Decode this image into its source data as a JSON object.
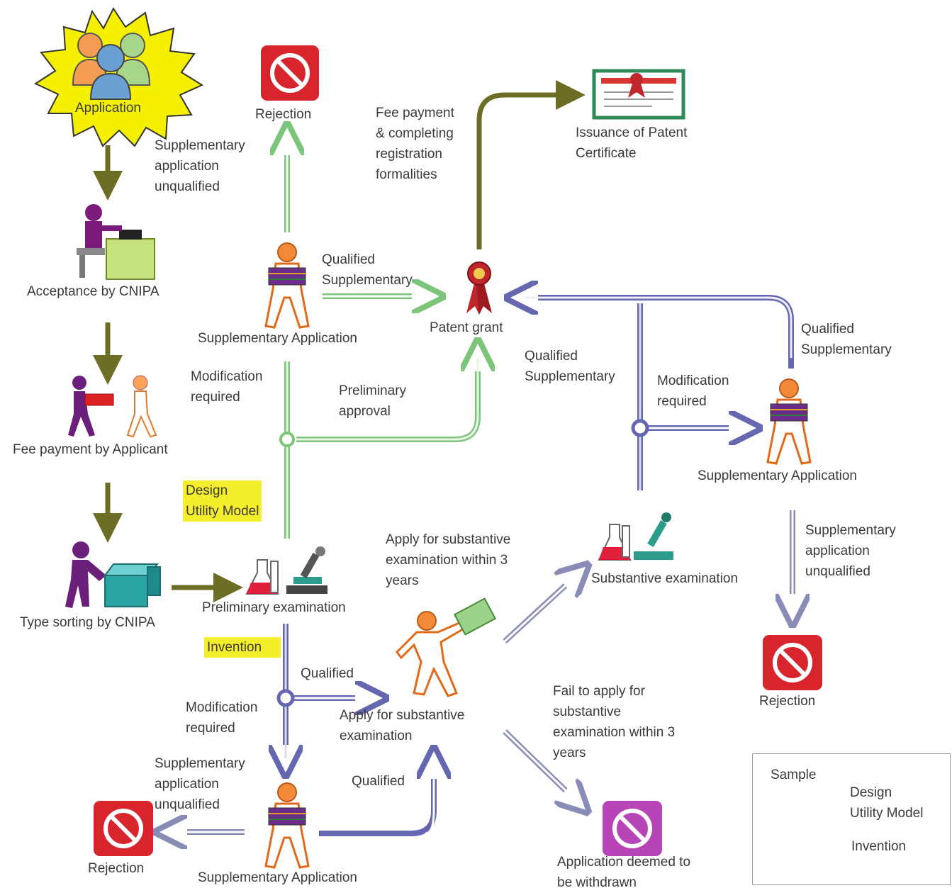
{
  "nodes": {
    "application": "Application",
    "acceptance": "Acceptance by CNIPA",
    "fee_payment": "Fee payment by Applicant",
    "type_sorting": "Type sorting by CNIPA",
    "preliminary_exam": "Preliminary examination",
    "rejection_top": "Rejection",
    "supp_app_top": "Supplementary Application",
    "patent_grant": "Patent grant",
    "certificate": "Issuance of Patent\nCertificate",
    "supp_app_right": "Supplementary Application",
    "substantive_exam": "Substantive examination",
    "rejection_right": "Rejection",
    "apply_substantive": "Apply for substantive\nexamination",
    "supp_app_bottom": "Supplementary Application",
    "rejection_bottom": "Rejection",
    "withdrawn": "Application deemed to\nbe withdrawn"
  },
  "labels": {
    "supp_unqualified_top": "Supplementary\napplication\nunqualified",
    "fee_completing": "Fee payment\n& completing\nregistration\nformalities",
    "qualified_supp_1": "Qualified\nSupplementary",
    "modification_required_1": "Modification\nrequired",
    "preliminary_approval": "Preliminary\napproval",
    "design_utility": "Design\nUtility Model",
    "qualified_supp_2": "Qualified\nSupplementary",
    "modification_required_2": "Modification\nrequired",
    "qualified_supp_3": "Qualified\nSupplementary",
    "supp_unqualified_right": "Supplementary\napplication\nunqualified",
    "apply_within_3": "Apply for substantive\nexamination within 3\nyears",
    "invention": "Invention",
    "qualified_1": "Qualified",
    "modification_required_3": "Modification\nrequired",
    "supp_unqualified_bottom": "Supplementary\napplication\nunqualified",
    "qualified_2": "Qualified",
    "fail_to_apply": "Fail to apply for\nsubstantive\nexamination within 3\nyears"
  },
  "legend": {
    "title": "Sample",
    "green_label": "Design\nUtility Model",
    "blue_label": "Invention"
  },
  "colors": {
    "olive": "#6b6e24",
    "green": "#7cc57a",
    "blue": "#6567b0",
    "highlight": "#f4ee2c",
    "rejection_red": "#d8242c",
    "withdrawn_purple": "#b845b8"
  },
  "icons": {
    "application": "people-group-burst-icon",
    "acceptance": "clerk-at-desk-icon",
    "fee_payment": "payment-handover-icon",
    "type_sorting": "sorting-boxes-icon",
    "lab": "flask-microscope-icon",
    "person": "person-carrying-documents-icon",
    "walker": "person-with-document-icon",
    "grant": "award-ribbon-icon",
    "certificate": "certificate-icon",
    "rejection": "prohibited-icon"
  }
}
